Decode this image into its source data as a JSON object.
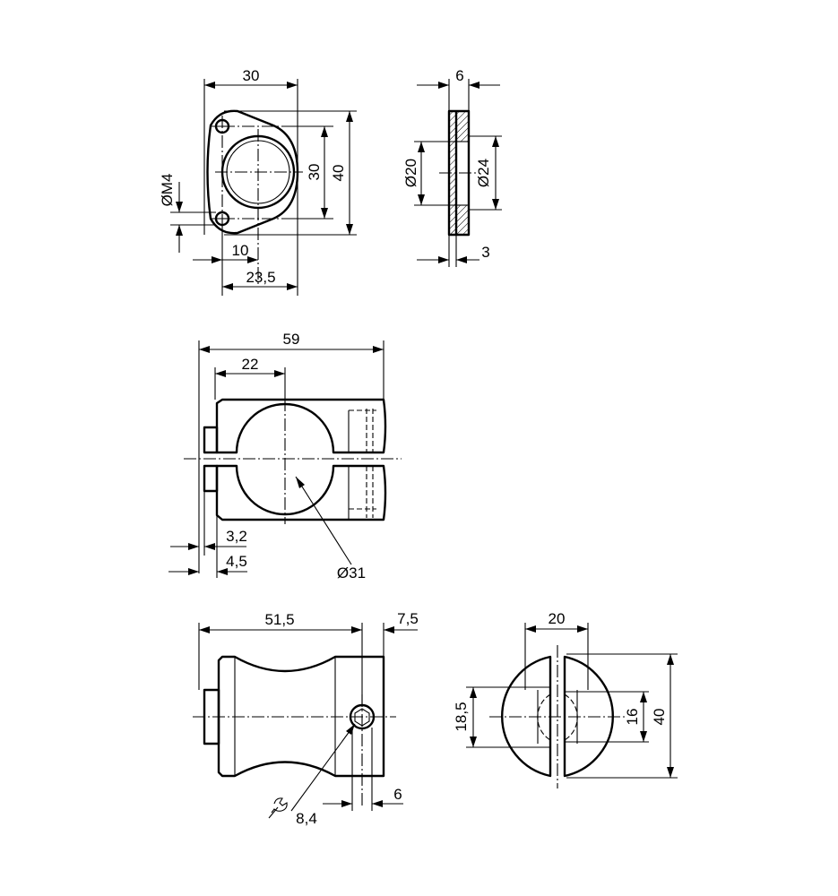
{
  "flange_front": {
    "dim_width": "30",
    "dim_height_inner": "30",
    "dim_height": "40",
    "dim_hole": "ØM4",
    "dim_offset": "10",
    "dim_span": "23,5"
  },
  "flange_side": {
    "dim_thickness": "6",
    "dim_inner_dia": "Ø20",
    "dim_outer_dia": "Ø24",
    "dim_step": "3"
  },
  "clamp_top": {
    "dim_length": "59",
    "dim_center": "22",
    "dim_gap_small": "3,2",
    "dim_gap_large": "4,5",
    "dim_bore": "Ø31"
  },
  "clamp_side": {
    "dim_length": "51,5",
    "dim_end": "7,5",
    "dim_wrench": "8,4",
    "dim_screw": "6",
    "wrench_icon": "wrench-icon"
  },
  "clamp_end": {
    "dim_width": "20",
    "dim_height_a": "18,5",
    "dim_height_b": "16",
    "dim_height": "40"
  }
}
